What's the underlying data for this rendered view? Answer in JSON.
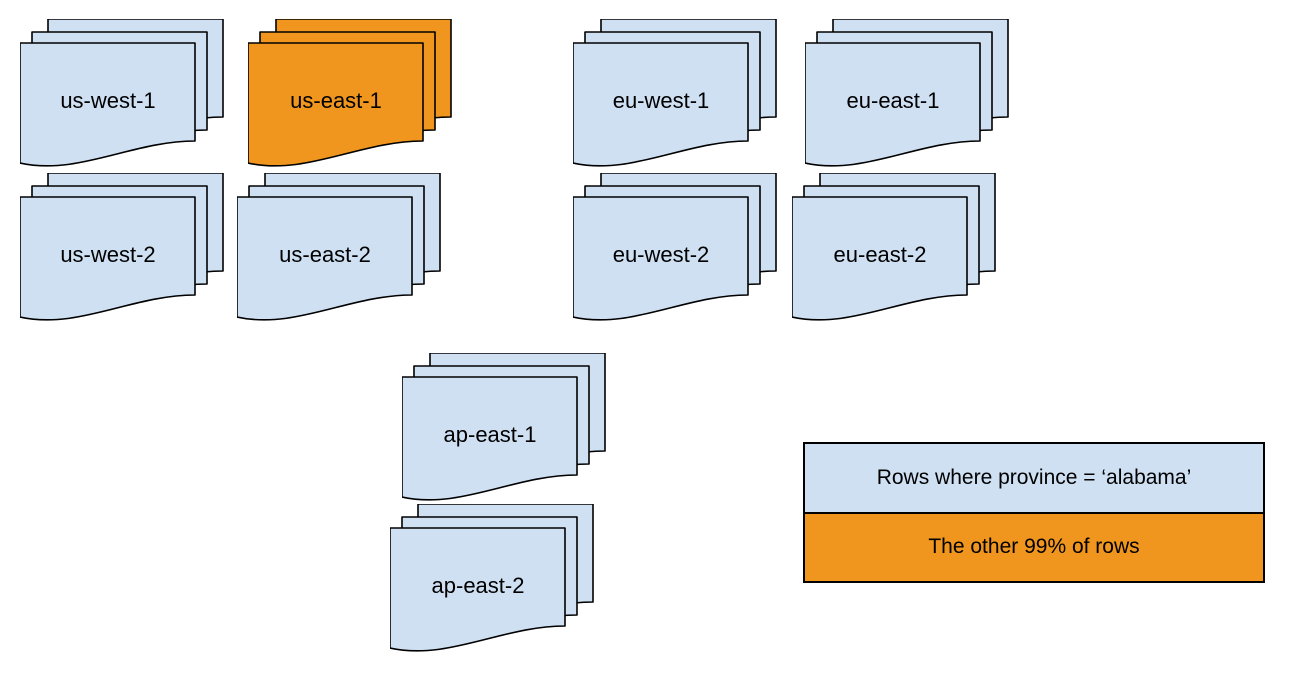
{
  "diagram": {
    "description": "Document stacks representing cloud regions, one highlighted",
    "stacks": [
      {
        "label": "us-west-1",
        "variant": "default"
      },
      {
        "label": "us-east-1",
        "variant": "highlight"
      },
      {
        "label": "eu-west-1",
        "variant": "default"
      },
      {
        "label": "eu-east-1",
        "variant": "default"
      },
      {
        "label": "us-west-2",
        "variant": "default"
      },
      {
        "label": "us-east-2",
        "variant": "default"
      },
      {
        "label": "eu-west-2",
        "variant": "default"
      },
      {
        "label": "eu-east-2",
        "variant": "default"
      },
      {
        "label": "ap-east-1",
        "variant": "default"
      },
      {
        "label": "ap-east-2",
        "variant": "default"
      }
    ],
    "legend": {
      "items": [
        {
          "label": "Rows where province = ‘alabama’",
          "swatch": "default"
        },
        {
          "label": "The other 99% of rows",
          "swatch": "highlight"
        }
      ]
    },
    "colors": {
      "page_default": "#CFE0F3",
      "page_highlight": "#F0961E",
      "stroke": "#000000"
    }
  }
}
